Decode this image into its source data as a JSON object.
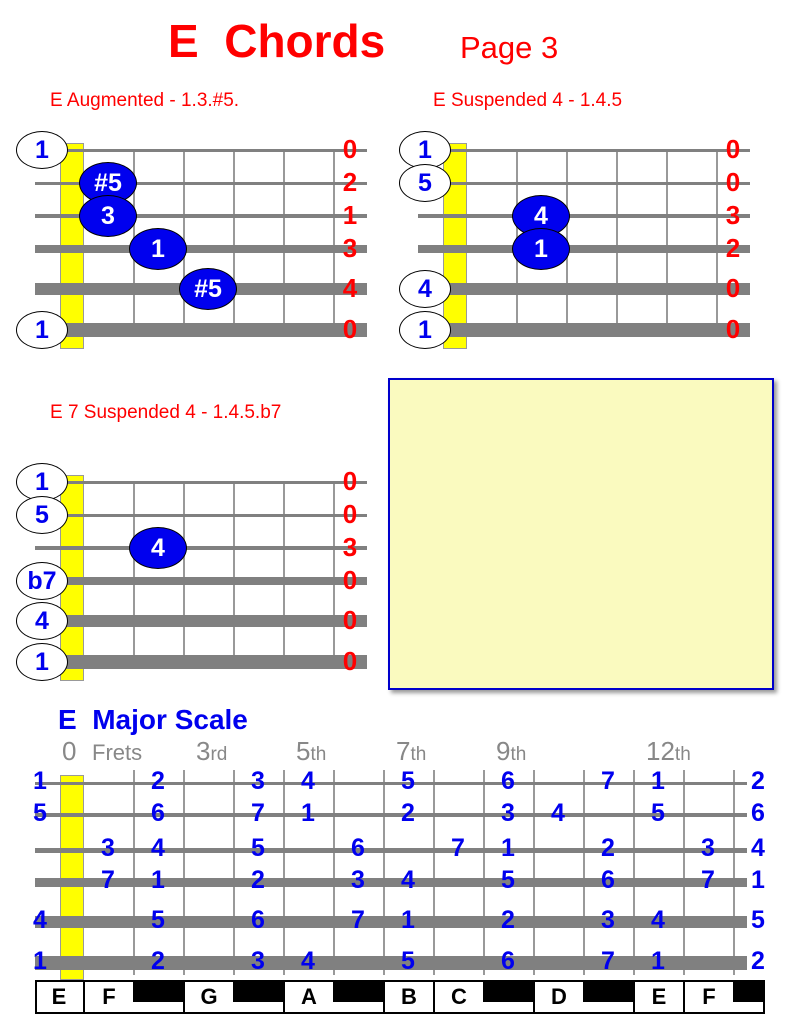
{
  "header": {
    "title": "E  Chords",
    "subtitle": "Page 3"
  },
  "colors": {
    "accent": "#ff0000",
    "degree": "#0000ee",
    "nut": "#ffff00",
    "note_box": "#fafabf"
  },
  "chords": [
    {
      "name": "E Augmented - 1.3.#5.",
      "open": [
        {
          "string": 1,
          "label": "1"
        },
        {
          "string": 6,
          "label": "1"
        }
      ],
      "dots": [
        {
          "string": 2,
          "fret": 1,
          "label": "#5"
        },
        {
          "string": 3,
          "fret": 1,
          "label": "3"
        },
        {
          "string": 4,
          "fret": 2,
          "label": "1"
        },
        {
          "string": 5,
          "fret": 3,
          "label": "#5"
        }
      ],
      "frets": [
        "0",
        "2",
        "1",
        "3",
        "4",
        "0"
      ]
    },
    {
      "name": "E  Suspended 4 - 1.4.5",
      "open": [
        {
          "string": 1,
          "label": "1"
        },
        {
          "string": 2,
          "label": "5"
        },
        {
          "string": 5,
          "label": "4"
        },
        {
          "string": 6,
          "label": "1"
        }
      ],
      "dots": [
        {
          "string": 3,
          "fret": 2,
          "label": "4"
        },
        {
          "string": 4,
          "fret": 2,
          "label": "1"
        }
      ],
      "frets": [
        "0",
        "0",
        "3",
        "2",
        "0",
        "0"
      ]
    },
    {
      "name": "E 7 Suspended 4 - 1.4.5.b7",
      "open": [
        {
          "string": 1,
          "label": "1"
        },
        {
          "string": 2,
          "label": "5"
        },
        {
          "string": 4,
          "label": "b7"
        },
        {
          "string": 5,
          "label": "4"
        },
        {
          "string": 6,
          "label": "1"
        }
      ],
      "dots": [
        {
          "string": 3,
          "fret": 2,
          "label": "4"
        }
      ],
      "frets": [
        "0",
        "0",
        "3",
        "0",
        "0",
        "0"
      ]
    }
  ],
  "scale": {
    "title": "E  Major Scale",
    "fret_labels": [
      {
        "fret": 0,
        "text": "0",
        "suffix": ""
      },
      {
        "fret": 0.7,
        "text": "Frets",
        "suffix": ""
      },
      {
        "fret": 3,
        "text": "3",
        "suffix": "rd"
      },
      {
        "fret": 5,
        "text": "5",
        "suffix": "th"
      },
      {
        "fret": 7,
        "text": "7",
        "suffix": "th"
      },
      {
        "fret": 9,
        "text": "9",
        "suffix": "th"
      },
      {
        "fret": 12,
        "text": "12",
        "suffix": "th"
      }
    ],
    "strings": [
      [
        [
          0,
          "1"
        ],
        [
          2,
          "2"
        ],
        [
          4,
          "3"
        ],
        [
          5,
          "4"
        ],
        [
          7,
          "5"
        ],
        [
          9,
          "6"
        ],
        [
          11,
          "7"
        ],
        [
          12,
          "1"
        ],
        [
          14,
          "2"
        ]
      ],
      [
        [
          0,
          "5"
        ],
        [
          2,
          "6"
        ],
        [
          4,
          "7"
        ],
        [
          5,
          "1"
        ],
        [
          7,
          "2"
        ],
        [
          9,
          "3"
        ],
        [
          10,
          "4"
        ],
        [
          12,
          "5"
        ],
        [
          14,
          "6"
        ]
      ],
      [
        [
          1,
          "3"
        ],
        [
          2,
          "4"
        ],
        [
          4,
          "5"
        ],
        [
          6,
          "6"
        ],
        [
          8,
          "7"
        ],
        [
          9,
          "1"
        ],
        [
          11,
          "2"
        ],
        [
          13,
          "3"
        ],
        [
          14,
          "4"
        ]
      ],
      [
        [
          1,
          "7"
        ],
        [
          2,
          "1"
        ],
        [
          4,
          "2"
        ],
        [
          6,
          "3"
        ],
        [
          7,
          "4"
        ],
        [
          9,
          "5"
        ],
        [
          11,
          "6"
        ],
        [
          13,
          "7"
        ],
        [
          14,
          "1"
        ]
      ],
      [
        [
          0,
          "4"
        ],
        [
          2,
          "5"
        ],
        [
          4,
          "6"
        ],
        [
          6,
          "7"
        ],
        [
          7,
          "1"
        ],
        [
          9,
          "2"
        ],
        [
          11,
          "3"
        ],
        [
          12,
          "4"
        ],
        [
          14,
          "5"
        ]
      ],
      [
        [
          0,
          "1"
        ],
        [
          2,
          "2"
        ],
        [
          4,
          "3"
        ],
        [
          5,
          "4"
        ],
        [
          7,
          "5"
        ],
        [
          9,
          "6"
        ],
        [
          11,
          "7"
        ],
        [
          12,
          "1"
        ],
        [
          14,
          "2"
        ]
      ]
    ],
    "keys": [
      "E",
      "F",
      "",
      "G",
      "",
      "A",
      "",
      "B",
      "C",
      "",
      "D",
      "",
      "E",
      "F",
      ""
    ]
  }
}
